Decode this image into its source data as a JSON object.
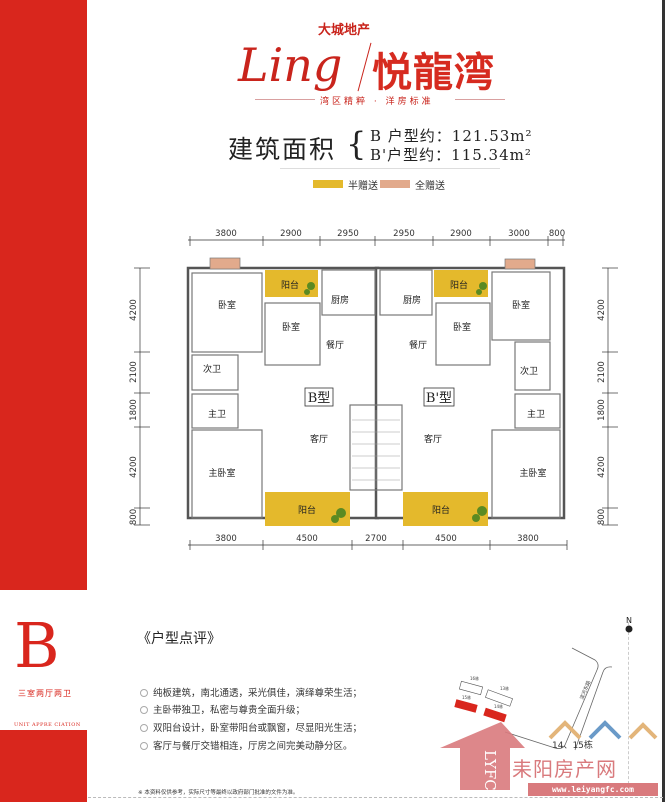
{
  "brand": {
    "script_logo": "Ling",
    "developer": "大城地产",
    "project_name": "悦龍湾",
    "slogan": "湾区精粹 · 洋房标准"
  },
  "area": {
    "title": "建筑面积",
    "b_label": "B 户型约：121.53m²",
    "b_prime_label": "B'户型约：115.34m²"
  },
  "legend": [
    {
      "label": "半赠送",
      "color": "#e4b92c"
    },
    {
      "label": "全赠送",
      "color": "#e2aa8c"
    }
  ],
  "floorplan": {
    "top_dims": [
      "3800",
      "2900",
      "2950",
      "2950",
      "2900",
      "3000",
      "800"
    ],
    "bottom_dims": [
      "3800",
      "4500",
      "2700",
      "4500",
      "3800"
    ],
    "left_dims": [
      "4200",
      "2100",
      "1800",
      "4200",
      "800"
    ],
    "right_dims": [
      "4200",
      "2100",
      "1800",
      "4200",
      "800"
    ],
    "unit_b": {
      "type_label": "B型",
      "rooms": {
        "bedroom1": "卧室",
        "balcony_top": "阳台",
        "kitchen": "厨房",
        "bedroom2": "卧室",
        "dining": "餐厅",
        "second_bath": "次卫",
        "master_bath": "主卫",
        "living": "客厅",
        "master_bedroom": "主卧室",
        "balcony_bottom": "阳台"
      }
    },
    "unit_b_prime": {
      "type_label": "B'型",
      "rooms": {
        "bedroom1": "卧室",
        "balcony_top": "阳台",
        "kitchen": "厨房",
        "bedroom2": "卧室",
        "dining": "餐厅",
        "second_bath": "次卫",
        "master_bath": "主卫",
        "living": "客厅",
        "master_bedroom": "主卧室",
        "balcony_bottom": "阳台"
      }
    },
    "colors": {
      "half_gift": "#e4b92c",
      "full_gift": "#e2aa8c",
      "wall": "#555555"
    }
  },
  "sidebar": {
    "letter": "B",
    "layout_type": "三室两厅两卫",
    "caption": "UNIT APPRE CIATION",
    "accent": "#d9261d"
  },
  "review": {
    "title": "《户型点评》",
    "items": [
      "纯板建筑，南北通透，采光俱佳，演绎尊荣生活；",
      "主卧带独卫，私密与尊贵全面升级；",
      "双阳台设计，卧室带阳台或飘窗，尽显阳光生活；",
      "客厅与餐厅交错相连，厅房之间完美动静分区。"
    ],
    "disclaimer": "※ 本资料仅供参考，实际尺寸等最终以政府部门批准的文件为准。"
  },
  "site_map": {
    "north": "N",
    "buildings": [
      "16栋",
      "13栋",
      "15栋",
      "14栋"
    ],
    "road": "滨河东路",
    "highlight": "14、15栋"
  },
  "watermark": {
    "letters": "LYFC",
    "name": "耒阳房产网",
    "url": "www.leiyangfc.com"
  }
}
